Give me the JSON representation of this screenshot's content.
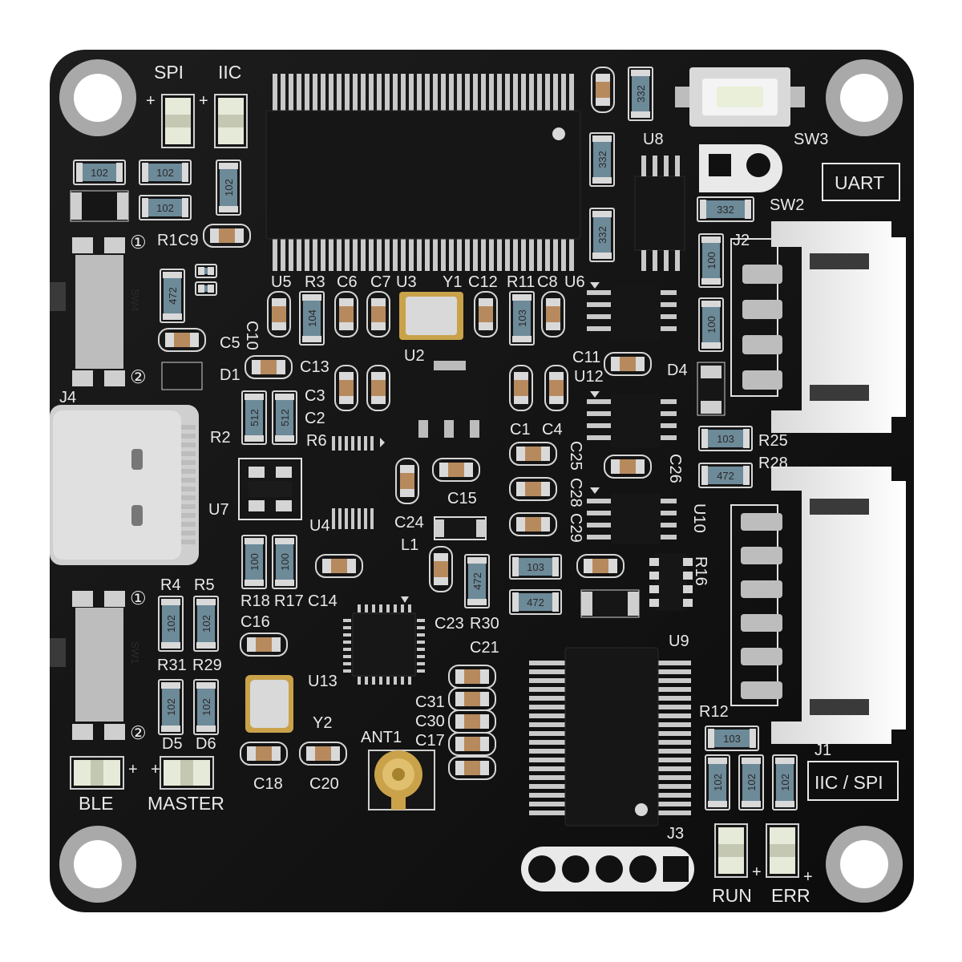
{
  "board": {
    "colors": {
      "board": "#111111",
      "silkscreen": "#e9e9e9",
      "pad_silver": "#c9c9c9",
      "resistor_blue": "#6d8a99",
      "capacitor_tan": "#b78a5e",
      "chip_black": "#161616",
      "connector_white": "#f2f2f2",
      "gold": "#c9a24a"
    },
    "group_labels": {
      "spi": "SPI",
      "iic": "IIC",
      "uart": "UART",
      "iic_spi": "IIC / SPI",
      "ble": "BLE",
      "master": "MASTER",
      "run": "RUN",
      "err": "ERR"
    },
    "designators": {
      "u2": "U2",
      "u3": "U3",
      "u4": "U4",
      "u5": "U5",
      "u6": "U6",
      "u7": "U7",
      "u8": "U8",
      "u9": "U9",
      "u10": "U10",
      "u12": "U12",
      "u13": "U13",
      "y1": "Y1",
      "y2": "Y2",
      "r1": "R1",
      "r2": "R2",
      "r3": "R3",
      "r4": "R4",
      "r5": "R5",
      "r6": "R6",
      "r11": "R11",
      "r12": "R12",
      "r16": "R16",
      "r17": "R17",
      "r18": "R18",
      "r25": "R25",
      "r28": "R28",
      "r29": "R29",
      "r30": "R30",
      "r31": "R31",
      "c1": "C1",
      "c2": "C2",
      "c3": "C3",
      "c4": "C4",
      "c5": "C5",
      "c6": "C6",
      "c7": "C7",
      "c8": "C8",
      "c9": "C9",
      "c10": "C10",
      "c11": "C11",
      "c12": "C12",
      "c13": "C13",
      "c14": "C14",
      "c15": "C15",
      "c16": "C16",
      "c17": "C17",
      "c18": "C18",
      "c20": "C20",
      "c21": "C21",
      "c23": "C23",
      "c24": "C24",
      "c25": "C25",
      "c26": "C26",
      "c28": "C28",
      "c29": "C29",
      "c30": "C30",
      "c31": "C31",
      "d1": "D1",
      "d4": "D4",
      "d5": "D5",
      "d6": "D6",
      "l1": "L1",
      "j1": "J1",
      "j2": "J2",
      "j3": "J3",
      "j4": "J4",
      "sw1": "SW1",
      "sw2": "SW2",
      "sw3": "SW3",
      "sw4": "SW4",
      "ant1": "ANT1",
      "pos1": "①",
      "pos2": "②",
      "plus": "+"
    },
    "codes": {
      "c102": "102",
      "c332": "332",
      "c472": "472",
      "c104": "104",
      "c103": "103",
      "c100": "100",
      "c512": "512"
    },
    "icons": [
      "mounting-hole-icon",
      "usb-c-icon",
      "ufl-antenna-icon",
      "tactile-switch-icon",
      "slide-switch-icon"
    ]
  }
}
